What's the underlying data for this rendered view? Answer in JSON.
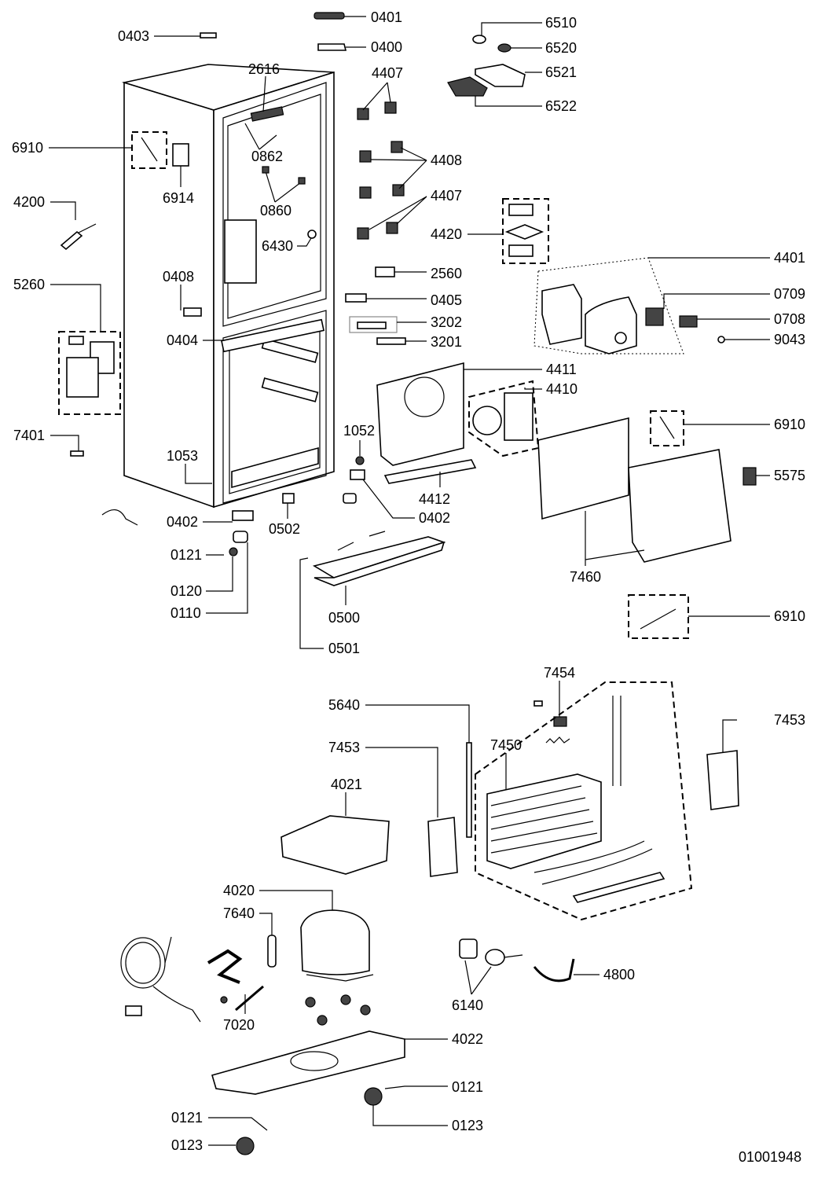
{
  "drawing_number": "01001948",
  "labels": {
    "l0401": "0401",
    "l0400": "0400",
    "l0403": "0403",
    "l6510": "6510",
    "l6520": "6520",
    "l6521": "6521",
    "l6522": "6522",
    "l2616": "2616",
    "l4407a": "4407",
    "l6910a": "6910",
    "l0862": "0862",
    "l4408": "4408",
    "l6914": "6914",
    "l4407b": "4407",
    "l4200": "4200",
    "l0860": "0860",
    "l4420": "4420",
    "l6430": "6430",
    "l4401": "4401",
    "l2560": "2560",
    "l0408": "0408",
    "l5260": "5260",
    "l0405": "0405",
    "l0709": "0709",
    "l3202": "3202",
    "l0708": "0708",
    "l0404": "0404",
    "l3201": "3201",
    "l9043": "9043",
    "l4411": "4411",
    "l4410": "4410",
    "l1052": "1052",
    "l6910b": "6910",
    "l7401": "7401",
    "l1053": "1053",
    "l5575": "5575",
    "l4412": "4412",
    "l0402a": "0402",
    "l0502": "0502",
    "l0402b": "0402",
    "l0121a": "0121",
    "l7460": "7460",
    "l0120": "0120",
    "l0110": "0110",
    "l0500": "0500",
    "l6910c": "6910",
    "l0501": "0501",
    "l7454": "7454",
    "l5640": "5640",
    "l7453a": "7453",
    "l7453b": "7453",
    "l7450": "7450",
    "l4021": "4021",
    "l4020": "4020",
    "l7640": "7640",
    "l4800": "4800",
    "l6140": "6140",
    "l7020": "7020",
    "l4022": "4022",
    "l0121b": "0121",
    "l0121c": "0121",
    "l0123a": "0123",
    "l0123b": "0123"
  }
}
